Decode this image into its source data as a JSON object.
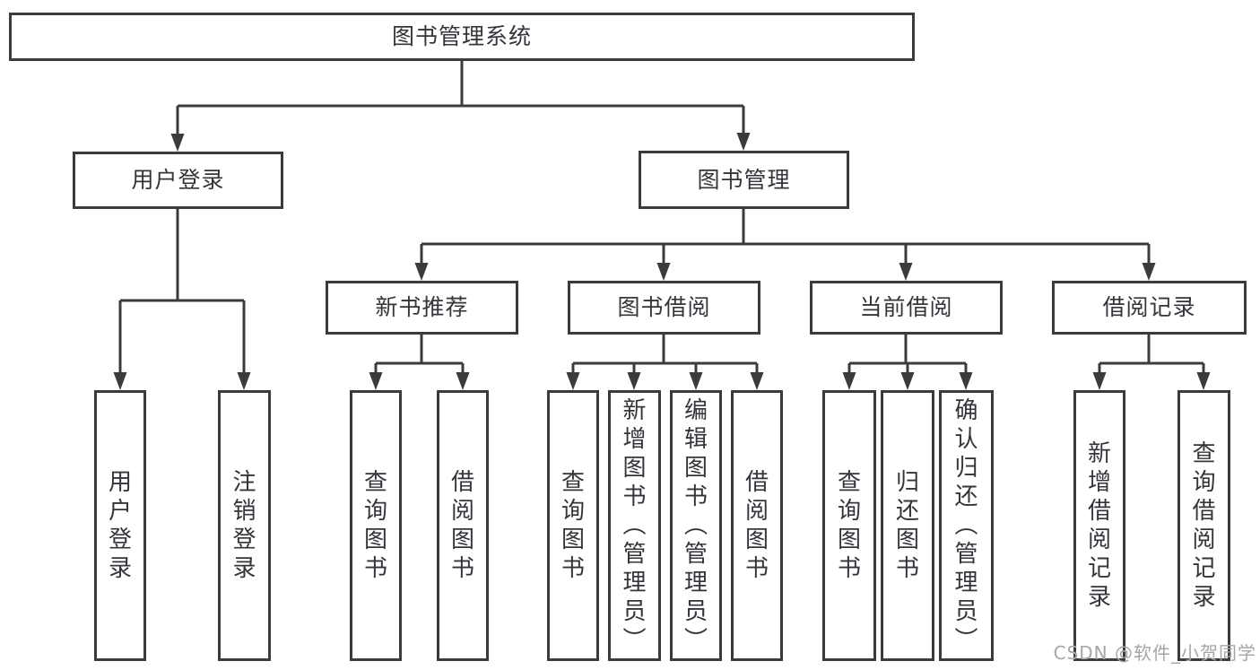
{
  "colors": {
    "line": "#3b3b3b",
    "text": "#32353a",
    "watermark": "#a6a6a6",
    "background": "#ffffff"
  },
  "tree": {
    "label": "图书管理系统",
    "children": [
      {
        "label": "用户登录",
        "children": [
          {
            "label": "用户登录"
          },
          {
            "label": "注销登录"
          }
        ]
      },
      {
        "label": "图书管理",
        "children": [
          {
            "label": "新书推荐",
            "children": [
              {
                "label": "查询图书"
              },
              {
                "label": "借阅图书"
              }
            ]
          },
          {
            "label": "图书借阅",
            "children": [
              {
                "label": "查询图书"
              },
              {
                "label": "新增图书（管理员）"
              },
              {
                "label": "编辑图书（管理员）"
              },
              {
                "label": "借阅图书"
              }
            ]
          },
          {
            "label": "当前借阅",
            "children": [
              {
                "label": "查询图书"
              },
              {
                "label": "归还图书"
              },
              {
                "label": "确认归还（管理员）"
              }
            ]
          },
          {
            "label": "借阅记录",
            "children": [
              {
                "label": "新增借阅记录"
              },
              {
                "label": "查询借阅记录"
              }
            ]
          }
        ]
      }
    ]
  },
  "watermark": {
    "text": "CSDN @软件_小贺同学"
  }
}
